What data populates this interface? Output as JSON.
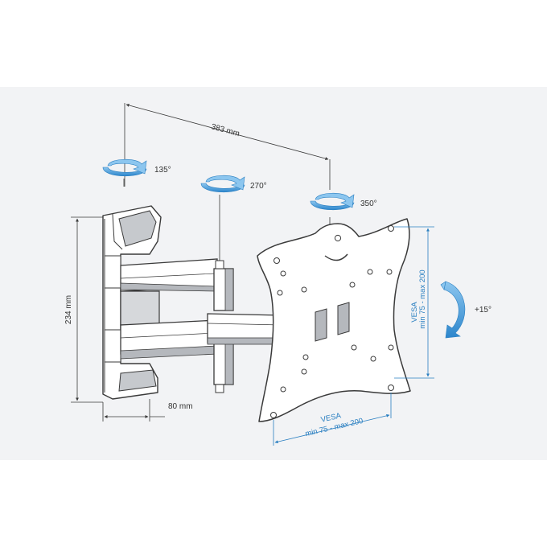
{
  "colors": {
    "panel_bg": "#f2f3f5",
    "line": "#3a3a3a",
    "part_fill": "#ffffff",
    "shade": "#b5b8bd",
    "arrow_blue": "#3a93d6",
    "arrow_blue_light": "#8cc6ef",
    "vesa_blue": "#2a7fc1"
  },
  "dimensions": {
    "arm_length": "383 mm",
    "height": "234 mm",
    "depth": "80 mm"
  },
  "rotations": {
    "wall_pivot": "135°",
    "middle_pivot": "270°",
    "plate_pivot": "350°",
    "tilt": "+15°"
  },
  "vesa": {
    "horizontal_title": "VESA",
    "horizontal_range": "min 75 - max 200",
    "vertical_title": "VESA",
    "vertical_range": "min 75 - max 200"
  },
  "icons": [
    "rotation-arrow-icon",
    "tilt-arrow-icon"
  ]
}
